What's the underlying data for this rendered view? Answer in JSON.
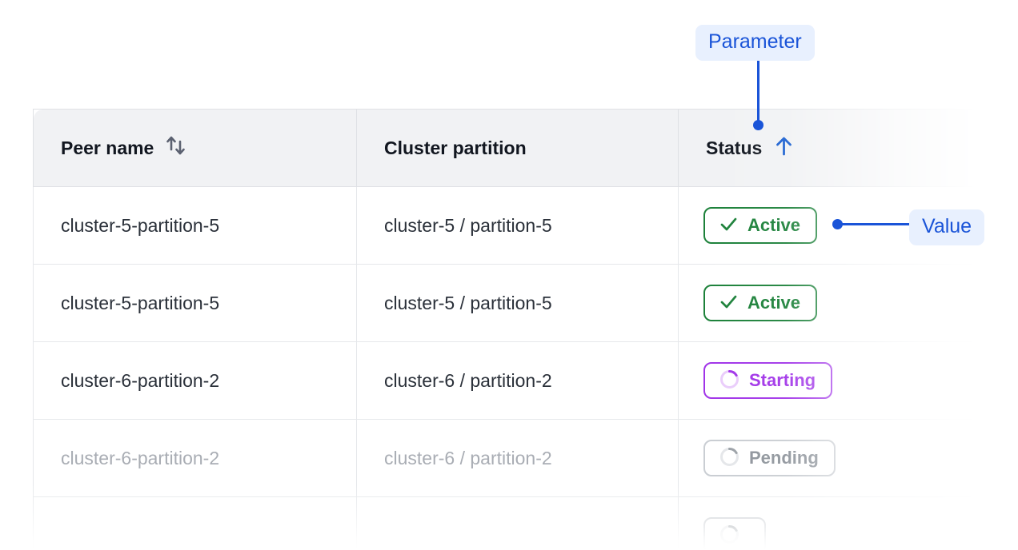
{
  "table": {
    "columns": [
      {
        "label": "Peer name",
        "sort_icon": "sort-both-arrows-icon",
        "sort_state": "none"
      },
      {
        "label": "Cluster partition",
        "sort_icon": null,
        "sort_state": "none"
      },
      {
        "label": "Status",
        "sort_icon": "sort-arrow-up-icon",
        "sort_state": "ascending"
      }
    ],
    "rows": [
      {
        "peer_name": "cluster-5-partition-5",
        "cluster_partition": "cluster-5 / partition-5",
        "status": "Active",
        "status_variant": "active",
        "status_icon": "check-icon",
        "muted": false
      },
      {
        "peer_name": "cluster-5-partition-5",
        "cluster_partition": "cluster-5 / partition-5",
        "status": "Active",
        "status_variant": "active",
        "status_icon": "check-icon",
        "muted": false
      },
      {
        "peer_name": "cluster-6-partition-2",
        "cluster_partition": "cluster-6 / partition-2",
        "status": "Starting",
        "status_variant": "starting",
        "status_icon": "spinner-icon",
        "muted": false
      },
      {
        "peer_name": "cluster-6-partition-2",
        "cluster_partition": "cluster-6 / partition-2",
        "status": "Pending",
        "status_variant": "pending",
        "status_icon": "spinner-icon",
        "muted": true
      },
      {
        "peer_name": "",
        "cluster_partition": "",
        "status": "",
        "status_variant": "pending",
        "status_icon": "spinner-icon",
        "muted": true
      }
    ]
  },
  "annotations": {
    "parameter": {
      "label": "Parameter",
      "points_to": "status-column-header"
    },
    "value": {
      "label": "Value",
      "points_to": "status-badge-row-1"
    }
  },
  "colors": {
    "accent_blue": "#1a54d8",
    "callout_background": "#e8f0fe",
    "status_active": "#1a8038",
    "status_starting": "#a032e8",
    "status_pending": "#9aa0a6",
    "header_background": "#f1f2f4",
    "border": "#dfe1e5",
    "text_primary": "#2a3039",
    "text_muted": "#a9adb4"
  }
}
